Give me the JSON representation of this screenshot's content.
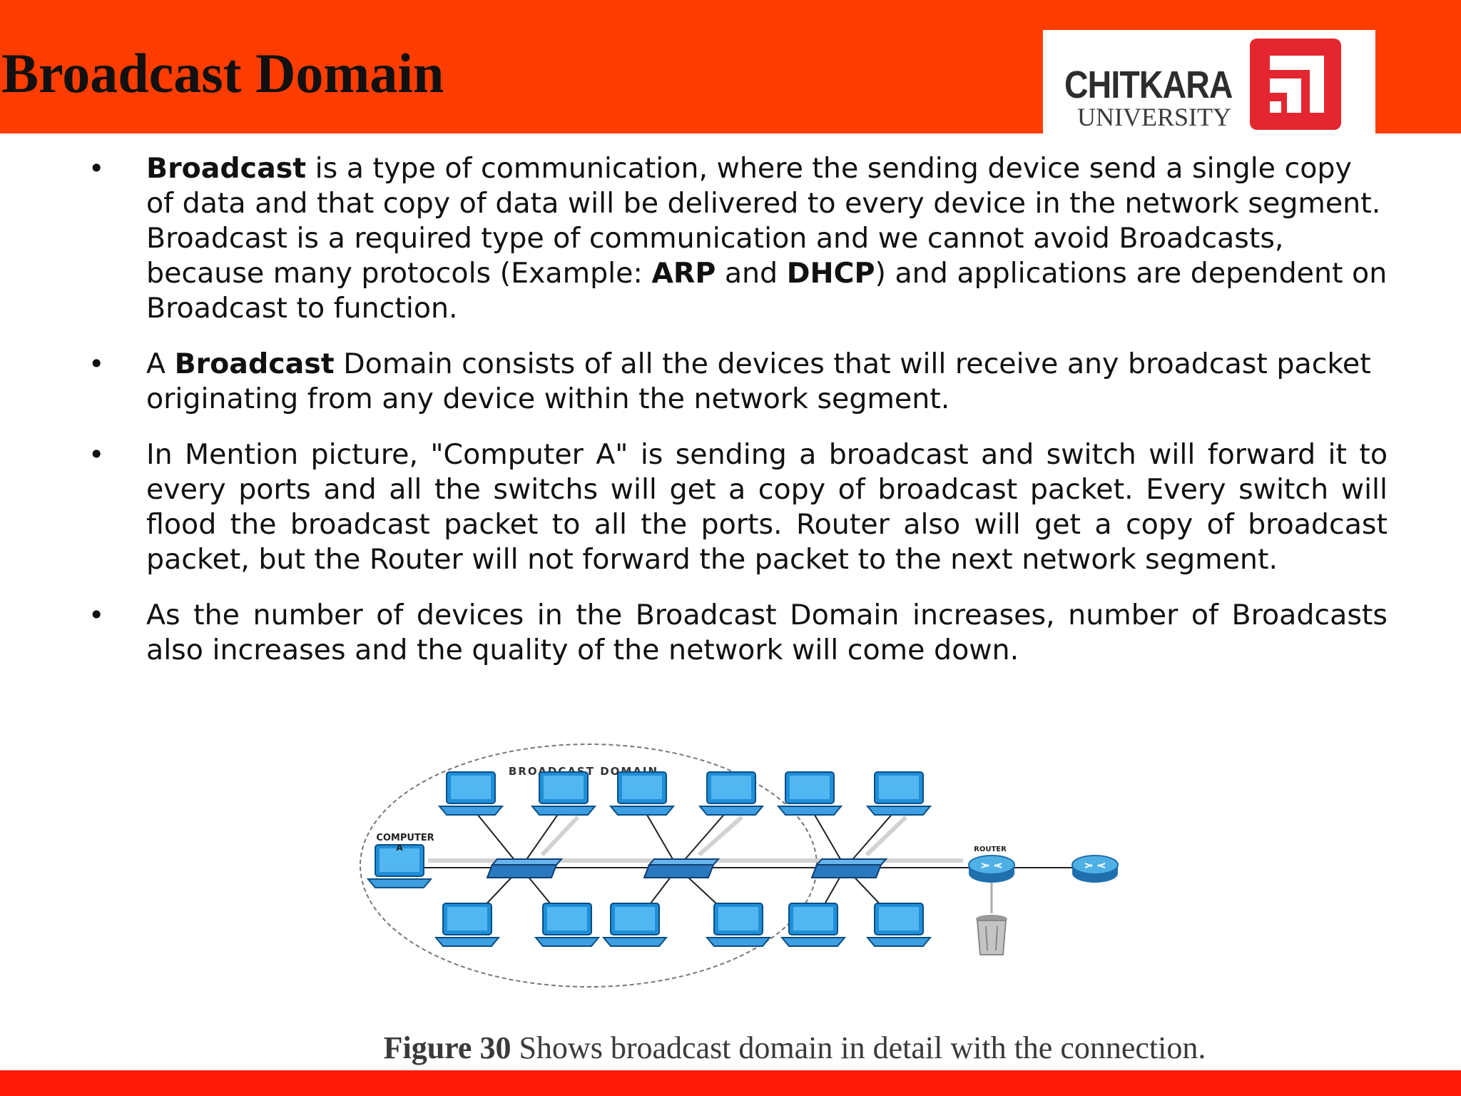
{
  "title": "Broadcast Domain",
  "logo": {
    "name": "CHITKARA",
    "subname": "UNIVERSITY",
    "mark_color": "#e3262f"
  },
  "bullets": [
    {
      "keyword": "Broadcast",
      "text_1": " is a type of communication, where the sending device send a single copy of data and that copy of data will be delivered to every device in the network segment. Broadcast is a required type of communication and we cannot avoid Broadcasts, because many protocols (Example: ",
      "keyword_2": "ARP",
      "text_2": " and ",
      "keyword_3": "DHCP",
      "text_3": ") and applications are dependent on Broadcast to function."
    },
    {
      "prefix": "A ",
      "keyword": "Broadcast",
      "text": " Domain consists of all the devices that will receive any broadcast packet originating from any device within the network segment."
    },
    {
      "text": "In Mention picture, \"Computer A\" is sending a broadcast and switch will forward it to every ports and all the switchs will get a copy of broadcast packet. Every switch will flood the broadcast packet to all the ports. Router also will get a copy of broadcast packet, but the Router will not forward the packet to the next network segment."
    },
    {
      "text": "As the number of devices in the Broadcast Domain increases, number of Broadcasts also increases and the quality of the network will come down."
    }
  ],
  "figure": {
    "domain_label": "BROADCAST DOMAIN",
    "computer_label": "COMPUTER",
    "computer_letter": "A",
    "router_label": "ROUTER"
  },
  "caption": {
    "label": "Figure 30",
    "text": " Shows broadcast domain in detail with the connection."
  },
  "colors": {
    "header": "#ff3d00",
    "footer": "#ff1a0a",
    "computer_blue": "#1e8fd8",
    "switch_blue": "#2a78c0",
    "router_blue": "#2b8fc8"
  }
}
